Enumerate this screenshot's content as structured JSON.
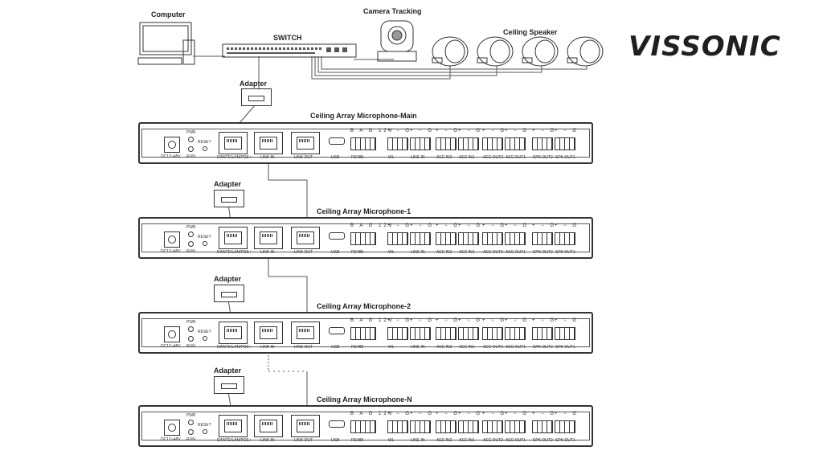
{
  "brand": {
    "logo_text": "VISSONIC"
  },
  "labels": {
    "computer": "Computer",
    "camera": "Camera Tracking",
    "switch": "SWITCH",
    "speaker": "Ceiling Speaker"
  },
  "adapter_label": "Adapter",
  "units": [
    {
      "title": "Ceiling Array Microphone-Main"
    },
    {
      "title": "Ceiling Array Microphone-1"
    },
    {
      "title": "Ceiling Array Microphone-2"
    },
    {
      "title": "Ceiling Array Microphone-N"
    }
  ],
  "panel": {
    "power": "DC12~48V",
    "pwr": "PWR",
    "run": "RUN",
    "reset": "RESET",
    "dante": "DANTE/LAN/POE+",
    "link_in": "LINK IN",
    "link_out": "LINK OUT",
    "usb": "USB",
    "terminals": [
      {
        "pins": "B A G 12V",
        "label": "RS485"
      },
      {
        "pins": "+ − G",
        "label": "WL"
      },
      {
        "pins": "+ − G",
        "label": "LINE IN"
      },
      {
        "pins": "+ − G",
        "label": "AEC IN2"
      },
      {
        "pins": "+ − G",
        "label": "AEC IN1"
      },
      {
        "pins": "+ − G",
        "label": "AEC OUT2"
      },
      {
        "pins": "+ − G",
        "label": "AEC OUT1"
      },
      {
        "pins": "+ − G",
        "label": "SPK OUT2"
      },
      {
        "pins": "+ − G",
        "label": "SPK OUT1"
      }
    ]
  },
  "colors": {
    "line": "#333333",
    "logo": "#1f1f1f"
  }
}
